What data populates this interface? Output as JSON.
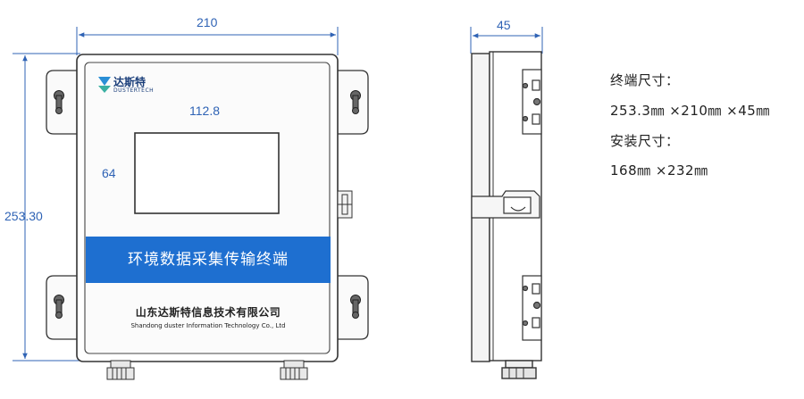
{
  "dimensions": {
    "width": "210",
    "height": "253.30",
    "screen_width": "112.8",
    "screen_height": "64",
    "depth": "45"
  },
  "device": {
    "brand_cn": "达斯特",
    "brand_en": "DUSTERTECH",
    "product_name": "环境数据采集传输终端",
    "company_cn": "山东达斯特信息技术有限公司",
    "company_en": "Shandong duster Information Technology Co., Ltd"
  },
  "specs": {
    "terminal_size_label": "终端尺寸：",
    "terminal_size_value": "253.3㎜ ×210㎜ ×45㎜",
    "install_size_label": "安装尺寸：",
    "install_size_value": "168㎜ ×232㎜"
  },
  "colors": {
    "dimension_blue": "#2f63b5",
    "band_blue": "#1e6fd0"
  }
}
